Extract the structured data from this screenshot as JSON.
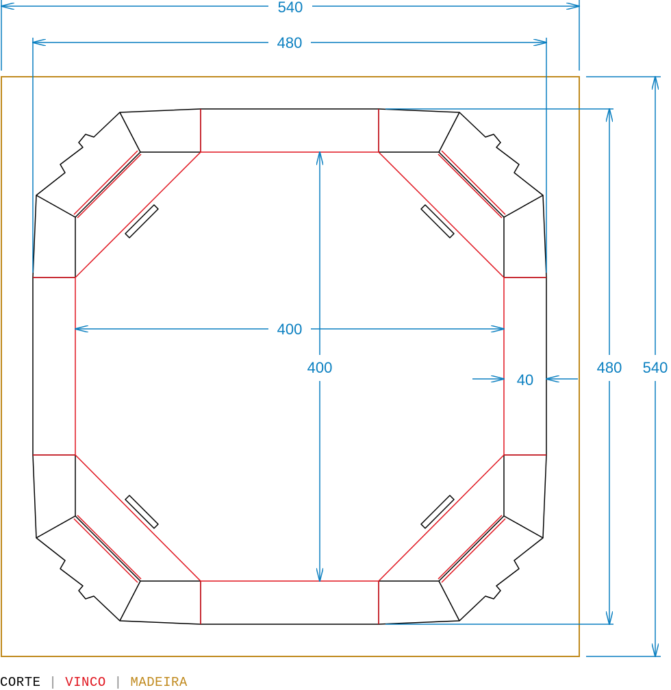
{
  "dimensions": {
    "overall_width": "540",
    "inner_width": "480",
    "base_width": "400",
    "base_height": "400",
    "wall_height": "40",
    "inner_height": "480",
    "overall_height": "540"
  },
  "legend": {
    "cut": "CORTE",
    "crease": "VINCO",
    "board": "MADEIRA",
    "separator": "|"
  },
  "colors": {
    "cut": "#000000",
    "crease": "#e0141e",
    "board": "#c08a1e",
    "dimension": "#0a7fc0"
  }
}
